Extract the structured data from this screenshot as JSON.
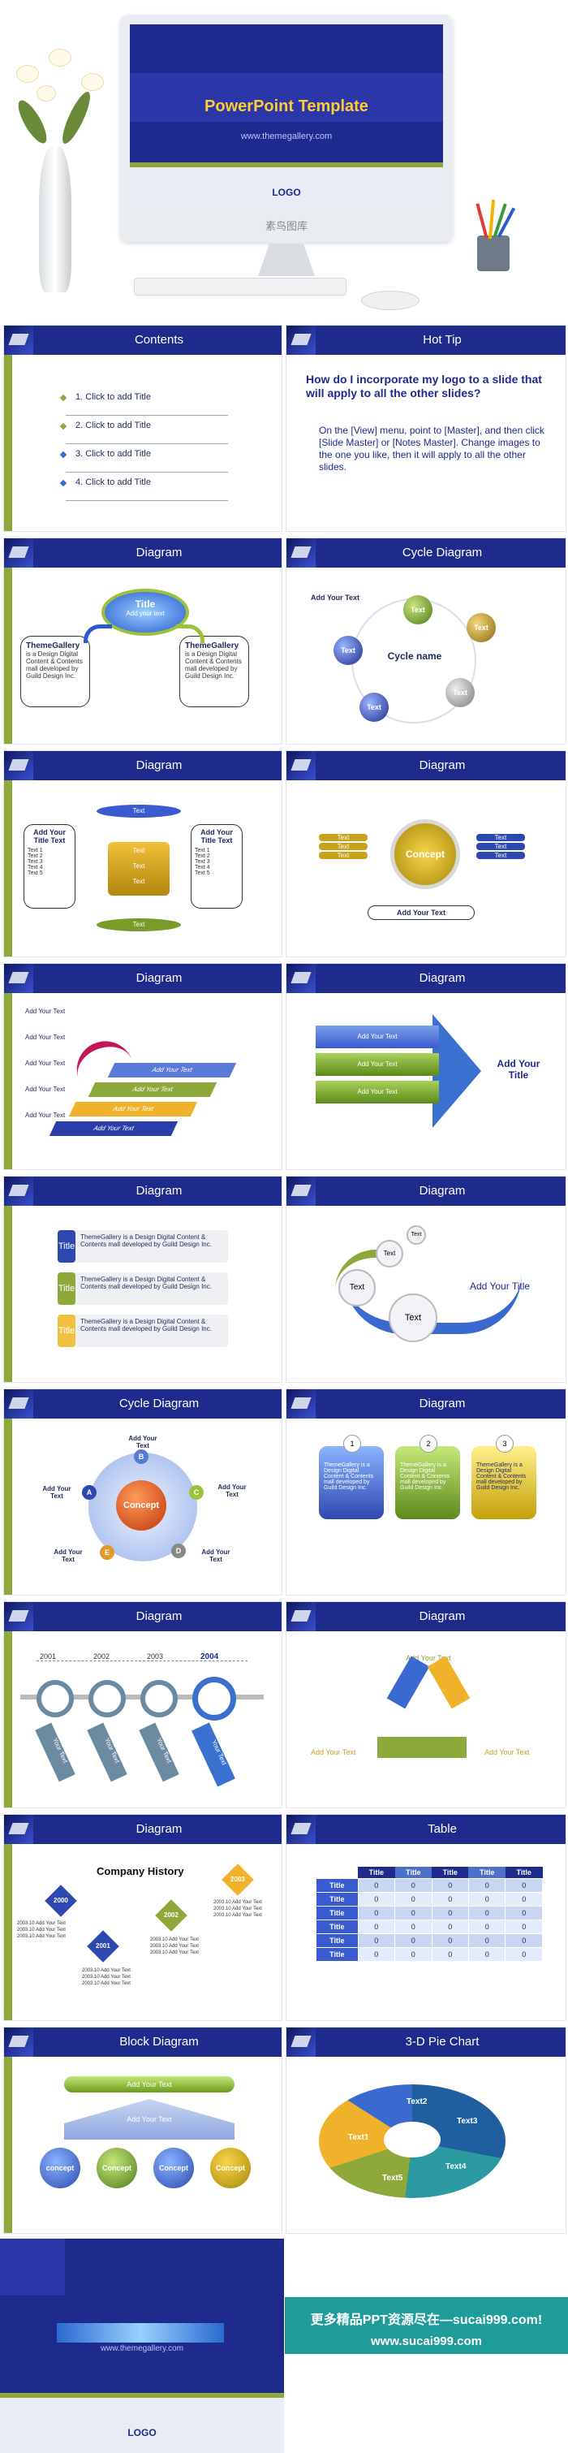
{
  "hero": {
    "title": "PowerPoint Template",
    "url": "www.themegallery.com",
    "logo": "LOGO",
    "watermark": "素鸟图库"
  },
  "slides": {
    "contents": {
      "title": "Contents",
      "items": [
        "1. Click to add Title",
        "2. Click to add Title",
        "3. Click to add Title",
        "4. Click to add Title"
      ]
    },
    "hot_tip": {
      "title": "Hot Tip",
      "question": "How do I incorporate my logo to a slide that will apply to all the other slides?",
      "answer": "On the [View] menu, point to [Master], and then click [Slide Master] or [Notes Master]. Change images to the one you like, then it will apply to all the other slides."
    },
    "diagram1": {
      "title": "Diagram",
      "center_title": "Title",
      "center_sub": "Add your text",
      "left_title": "ThemeGallery",
      "left_text": "is a Design Digital Content & Contents mall developed by Guild Design Inc.",
      "right_title": "ThemeGallery",
      "right_text": "is a Design Digital Content & Contents mall developed by Guild Design Inc."
    },
    "cycle1": {
      "title": "Cycle Diagram",
      "add_text": "Add Your Text",
      "center": "Cycle name",
      "nodes": [
        "Text",
        "Text",
        "Text",
        "Text",
        "Text"
      ]
    },
    "diagram2": {
      "title": "Diagram",
      "left_head": "Add Your Title Text",
      "right_head": "Add Your Title Text",
      "bullets": [
        "Text 1",
        "Text 2",
        "Text 3",
        "Text 4",
        "Text 5"
      ],
      "cyl_top": "Text",
      "cyl_mid": [
        "Text",
        "Text",
        "Text"
      ],
      "cyl_bottom": "Text"
    },
    "diagram3": {
      "title": "Diagram",
      "center": "Concept",
      "left": [
        "Text",
        "Text",
        "Text"
      ],
      "right": [
        "Text",
        "Text",
        "Text"
      ],
      "caption": "Add Your Text"
    },
    "diagram4": {
      "title": "Diagram",
      "labels": [
        "Add Your Text",
        "Add Your Text",
        "Add Your Text",
        "Add Your Text",
        "Add Your Text"
      ],
      "steps": [
        "Add Your Text",
        "Add Your Text",
        "Add Your Text",
        "Add Your Text"
      ]
    },
    "diagram5": {
      "title": "Diagram",
      "bars": [
        "Add Your Text",
        "Add Your Text",
        "Add Your Text"
      ],
      "arrow_text": "Add Your Title"
    },
    "diagram6": {
      "title": "Diagram",
      "rows": [
        {
          "label": "Title",
          "text": "ThemeGallery is a Design Digital Content & Contents mall developed by Guild Design Inc."
        },
        {
          "label": "Title",
          "text": "ThemeGallery is a Design Digital Content & Contents mall developed by Guild Design Inc."
        },
        {
          "label": "Title",
          "text": "ThemeGallery is a Design Digital Content & Contents mall developed by Guild Design Inc."
        }
      ]
    },
    "diagram7": {
      "title": "Diagram",
      "circles": [
        "Text",
        "Text",
        "Text",
        "Text"
      ],
      "arrow_title": "Add Your Title"
    },
    "cycle2": {
      "title": "Cycle Diagram",
      "center": "Concept",
      "letters": [
        "A",
        "B",
        "C",
        "D",
        "E"
      ],
      "labels": [
        "Add Your Text",
        "Add Your Text",
        "Add Your Text",
        "Add Your Text",
        "Add Your Text"
      ]
    },
    "diagram8": {
      "title": "Diagram",
      "numbers": [
        "1",
        "2",
        "3"
      ],
      "text": "ThemeGallery is a Design Digital Content & Contents mall developed by Guild Design Inc."
    },
    "diagram9": {
      "title": "Diagram",
      "years": [
        "2001",
        "2002",
        "2003",
        "2004"
      ],
      "tags": [
        "Your Text",
        "Your Text",
        "Your Text",
        "Your Text"
      ]
    },
    "diagram10": {
      "title": "Diagram",
      "labels": [
        "Add Your Text",
        "Add Your Text",
        "Add Your Text"
      ]
    },
    "diagram11": {
      "title": "Diagram",
      "heading": "Company History",
      "years": [
        "2000",
        "2001",
        "2002",
        "2003"
      ],
      "entries": [
        "2003.10 Add Your Text",
        "2003.10 Add Your Text",
        "2003.10 Add Your Text"
      ]
    },
    "table": {
      "title": "Table",
      "header": [
        "Title",
        "Title",
        "Title",
        "Title",
        "Title"
      ],
      "rows": [
        [
          "Title",
          "0",
          "0",
          "0",
          "0",
          "0"
        ],
        [
          "Title",
          "0",
          "0",
          "0",
          "0",
          "0"
        ],
        [
          "Title",
          "0",
          "0",
          "0",
          "0",
          "0"
        ],
        [
          "Title",
          "0",
          "0",
          "0",
          "0",
          "0"
        ],
        [
          "Title",
          "0",
          "0",
          "0",
          "0",
          "0"
        ],
        [
          "Title",
          "0",
          "0",
          "0",
          "0",
          "0"
        ]
      ]
    },
    "block": {
      "title": "Block Diagram",
      "top": "Add Your Text",
      "arrow": "Add Your Text",
      "concepts": [
        "concept",
        "Concept",
        "Concept",
        "Concept"
      ]
    },
    "pie": {
      "title": "3-D Pie Chart",
      "labels": [
        "Text1",
        "Text2",
        "Text3",
        "Text4",
        "Text5"
      ]
    }
  },
  "footer": {
    "url": "www.themegallery.com",
    "logo": "LOGO",
    "ad_line1": "更多精品PPT资源尽在—sucai999.com!",
    "ad_line2": "www.sucai999.com"
  }
}
